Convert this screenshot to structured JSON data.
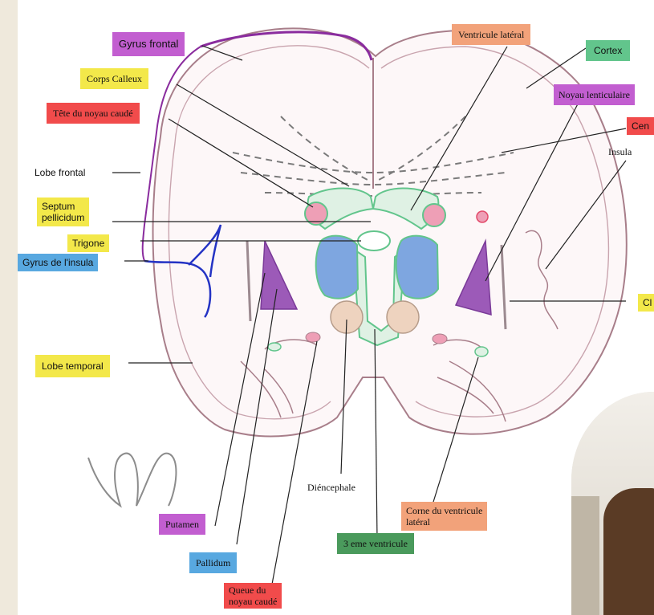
{
  "labels": {
    "gyrus_frontal": "Gyrus frontal",
    "corps_calleux": "Corps Calleux",
    "tete_noyau_caude": "Tête du noyau caudé",
    "lobe_frontal": "Lobe frontal",
    "septum_pellicidum": "Septum\npellicidum",
    "trigone": "Trigone",
    "gyrus_insula": "Gyrus de l'insula",
    "lobe_temporal": "Lobe temporal",
    "ventricule_lateral": "Ventricule latéral",
    "cortex": "Cortex",
    "noyau_lenticulaire": "Noyau lenticulaire",
    "centre_semi_ovale": "Cen",
    "insula": "Insula",
    "claustrum": "Cl",
    "diencephale": "Diéncephale",
    "putamen": "Putamen",
    "pallidum": "Pallidum",
    "queue_noyau_caude": "Queue du\nnoyau caudé",
    "troisieme_ventricule": "3 eme ventricule",
    "corne_ventricule_lateral": "Corne du ventricule\nlatéral",
    "signature": "yh"
  },
  "colors": {
    "purple": "#c25ed0",
    "yellow": "#f3e84a",
    "red": "#f14b4b",
    "blue": "#58a8e0",
    "orange": "#f2a27a",
    "green": "#62c58c",
    "dark_green": "#4a9a5c",
    "gyrus_stroke": "#8a2c9e",
    "insula_stroke": "#2433c4",
    "ventricle_fill": "#dff1e4",
    "caudate_fill": "#ee9fb6",
    "thalamus_fill": "#7ea6e0",
    "lenticular_fill": "#9c5ab8",
    "diencephale_fill": "#eed3bf",
    "brain_outline": "#a87e8a"
  }
}
